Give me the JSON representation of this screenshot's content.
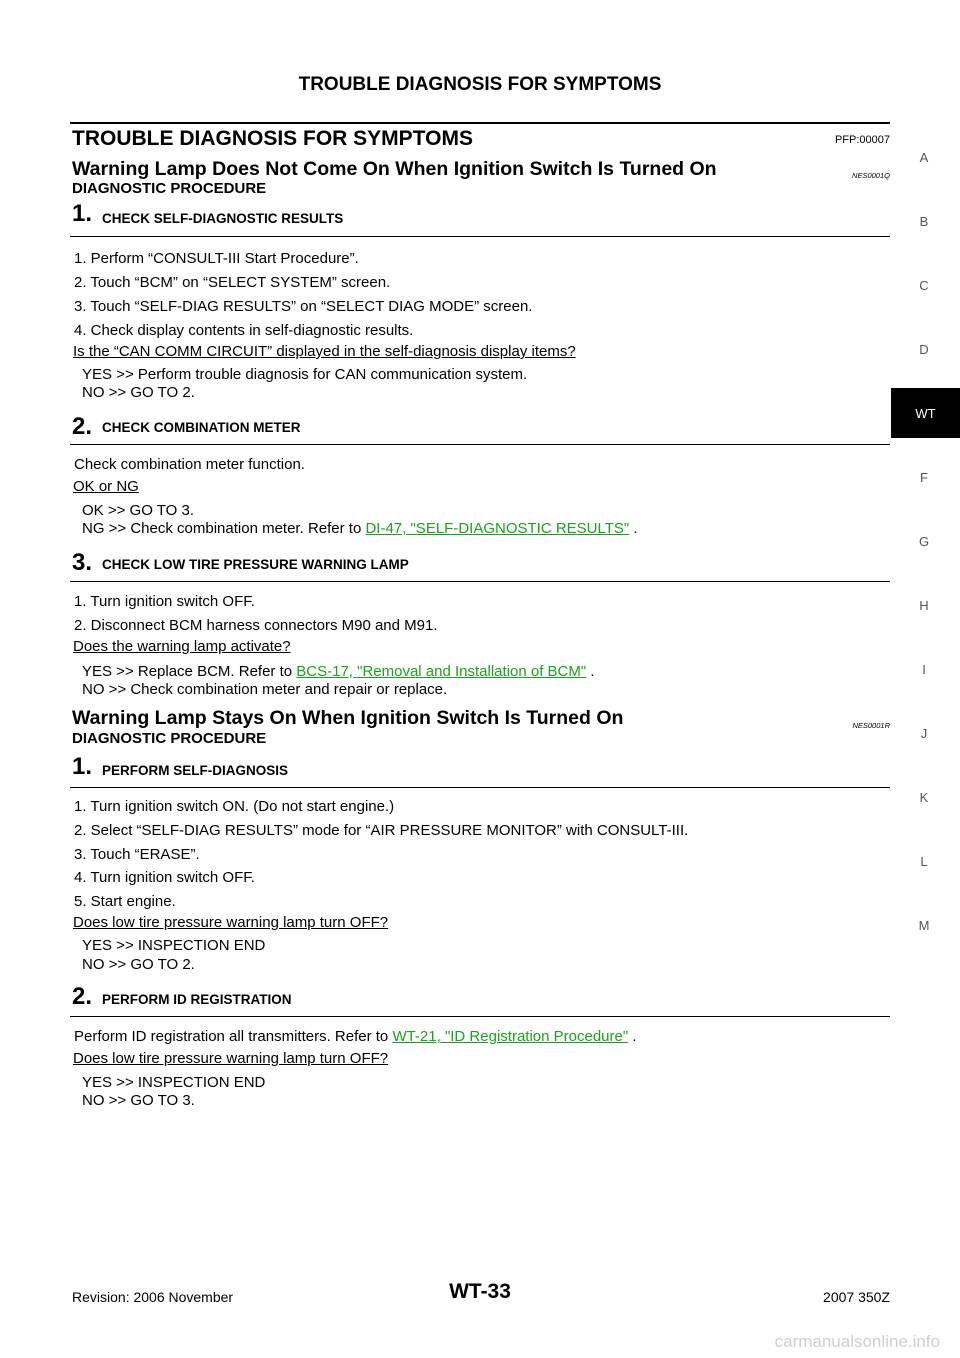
{
  "header": {
    "title": "TROUBLE DIAGNOSIS FOR SYMPTOMS"
  },
  "section": {
    "title": "TROUBLE DIAGNOSIS FOR SYMPTOMS",
    "pfp": "PFP:00007"
  },
  "part1": {
    "title": "Warning Lamp Does Not Come On When Ignition Switch Is Turned On",
    "code": "NES0001Q",
    "procedure": "DIAGNOSTIC PROCEDURE",
    "step1": {
      "num": "1.",
      "title": "CHECK SELF-DIAGNOSTIC RESULTS",
      "lines": [
        "1.   Perform “CONSULT-III Start Procedure”.",
        "2.   Touch “BCM” on “SELECT SYSTEM” screen.",
        "3.   Touch “SELF-DIAG RESULTS” on “SELECT DIAG MODE” screen.",
        "4.   Check display contents in self-diagnostic results."
      ],
      "question": "Is the “CAN COMM CIRCUIT” displayed in the self-diagnosis display items?",
      "yes": "YES     >> Perform trouble diagnosis for CAN communication system.",
      "no": "NO       >> GO TO 2."
    },
    "step2": {
      "num": "2.",
      "title": "CHECK COMBINATION METER",
      "line": "Check combination meter function.",
      "question": "OK or NG",
      "ok": "OK      >> GO TO 3.",
      "ng_prefix": "NG      >> Check combination meter. Refer to ",
      "ng_link": "DI-47, \"SELF-DIAGNOSTIC RESULTS\"",
      "ng_suffix": " ."
    },
    "step3": {
      "num": "3.",
      "title": "CHECK LOW TIRE PRESSURE WARNING LAMP",
      "lines": [
        "1.   Turn ignition switch OFF.",
        "2.   Disconnect BCM harness connectors M90 and M91."
      ],
      "question": "Does the warning lamp activate?",
      "yes_prefix": "YES     >> Replace BCM. Refer to ",
      "yes_link": "BCS-17, \"Removal and Installation of BCM\"",
      "yes_suffix": " .",
      "no": "NO       >> Check combination meter and repair or replace."
    }
  },
  "part2": {
    "title": "Warning Lamp Stays On When Ignition Switch Is Turned On",
    "code": "NES0001R",
    "procedure": "DIAGNOSTIC PROCEDURE",
    "step1": {
      "num": "1.",
      "title": "PERFORM SELF-DIAGNOSIS",
      "lines": [
        "1.   Turn ignition switch ON. (Do not start engine.)",
        "2.   Select “SELF-DIAG RESULTS” mode for “AIR PRESSURE MONITOR” with CONSULT-III.",
        "3.   Touch “ERASE”.",
        "4.   Turn ignition switch OFF.",
        "5.   Start engine."
      ],
      "question": "Does low tire pressure warning lamp turn OFF?",
      "yes": "YES     >> INSPECTION END",
      "no": "NO       >> GO TO 2."
    },
    "step2": {
      "num": "2.",
      "title": "PERFORM ID REGISTRATION",
      "line_prefix": "Perform ID registration all transmitters. Refer to ",
      "line_link": "WT-21, \"ID Registration Procedure\"",
      "line_suffix": " .",
      "question": "Does low tire pressure warning lamp turn OFF?",
      "yes": "YES     >> INSPECTION END",
      "no": "NO       >> GO TO 3."
    }
  },
  "sidebar": {
    "letters": [
      "A",
      "B",
      "C",
      "D",
      "F",
      "G",
      "H",
      "I",
      "J",
      "K",
      "L",
      "M"
    ],
    "active": "WT"
  },
  "footer": {
    "revision": "Revision: 2006 November",
    "page": "WT-33",
    "model": "2007 350Z",
    "site": "carmanualsonline.info"
  }
}
